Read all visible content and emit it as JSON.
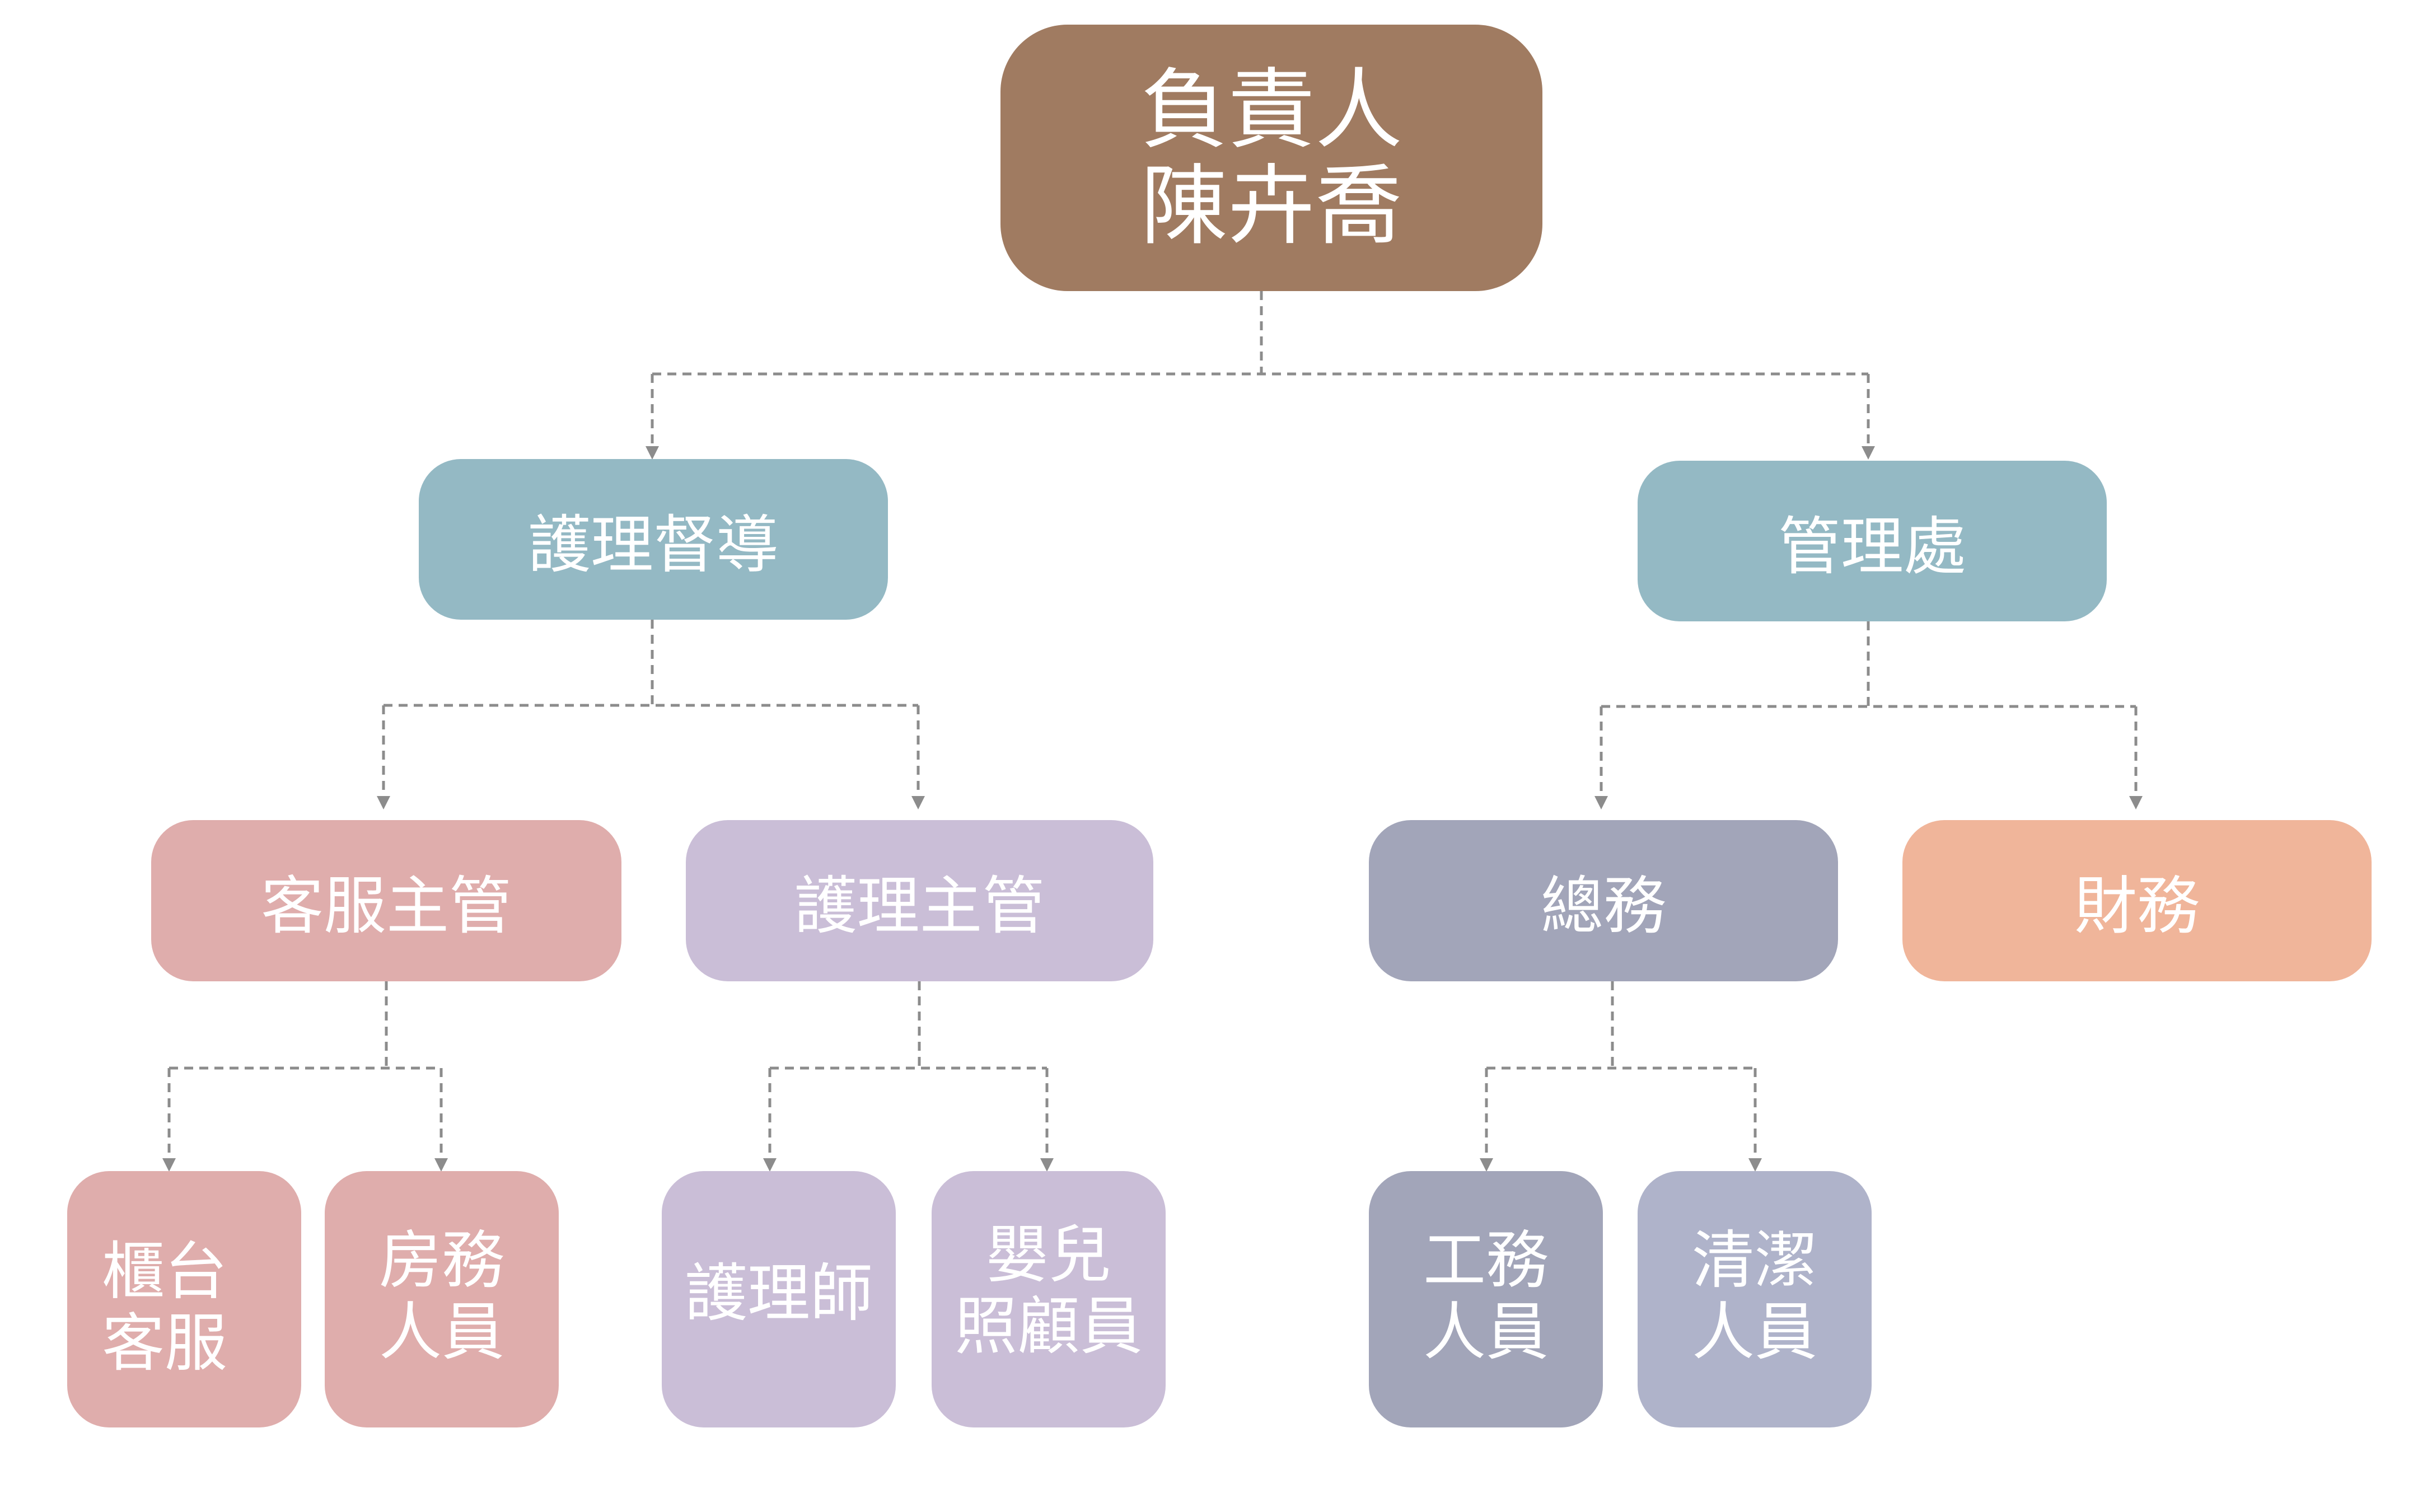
{
  "colors": {
    "line": "#8c8c8c",
    "root": "#a07b61",
    "level1": "#94b9c4",
    "customer_service": "#dfadac",
    "nursing": "#cabed7",
    "general_affairs": "#a2a5b9",
    "cleaning": "#afb3ca",
    "finance": "#f0b59a"
  },
  "nodes": {
    "root": {
      "line1": "負責人",
      "line2": "陳卉喬"
    },
    "nursing_supervisor": "護理督導",
    "admin_office": "管理處",
    "customer_service_manager": "客服主管",
    "nursing_manager": "護理主管",
    "general_affairs": "總務",
    "finance": "財務",
    "front_desk": {
      "line1": "櫃台",
      "line2": "客服"
    },
    "housekeeping": {
      "line1": "房務",
      "line2": "人員"
    },
    "nurse": "護理師",
    "infant_care": {
      "line1": "嬰兒",
      "line2": "照顧員"
    },
    "maintenance": {
      "line1": "工務",
      "line2": "人員"
    },
    "cleaning": {
      "line1": "清潔",
      "line2": "人員"
    }
  }
}
